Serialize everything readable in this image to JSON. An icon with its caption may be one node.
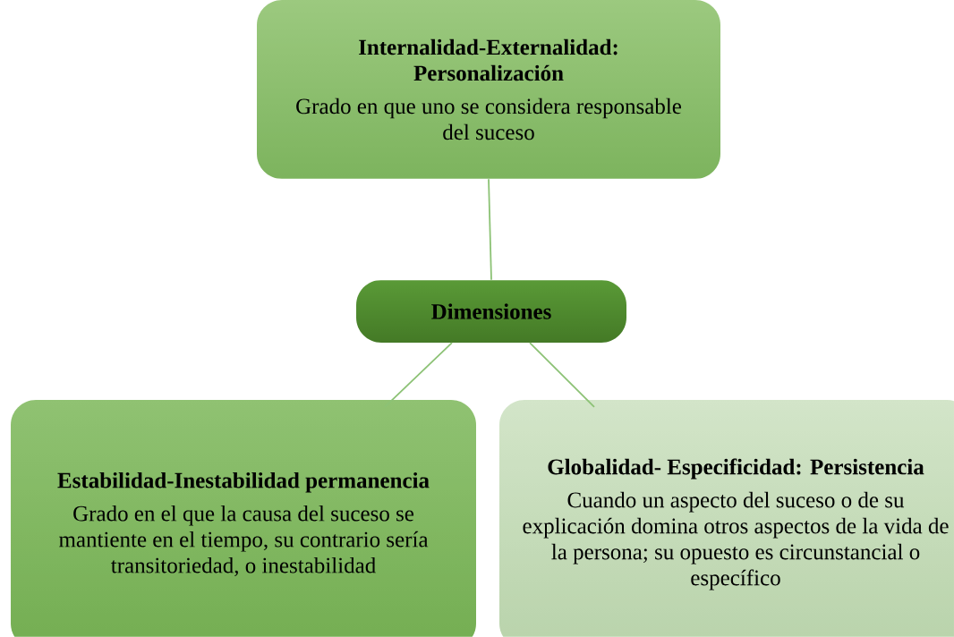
{
  "diagram": {
    "nodes": [
      {
        "text": [
          "Internalidad-Externalidad: Personalización",
          "Grado en que uno se considera responsable del suceso"
        ]
      },
      {
        "text": [
          "Dimensiones"
        ]
      },
      {
        "text": [
          "Estabilidad-Inestabilidad permanencia",
          "Grado en el que la causa del suceso se mantiente en el tiempo, su contrario sería transitoriedad, o inestabilidad"
        ]
      },
      {
        "text": [
          "Globalidad- Especificidad: Persistencia",
          "Cuando un aspecto del suceso o de su explicación domina otros aspectos de la vida de la persona; su opuesto es circunstancial o específico"
        ]
      }
    ],
    "edges": [
      {
        "from": 0,
        "to": 1,
        "arrow": "none"
      },
      {
        "from": 1,
        "to": 2,
        "arrow": "none"
      },
      {
        "from": 1,
        "to": 3,
        "arrow": "none"
      }
    ]
  }
}
